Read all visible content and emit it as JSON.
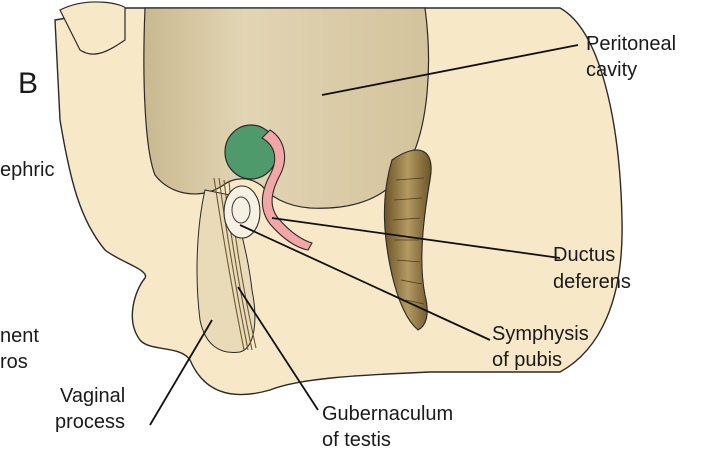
{
  "figure": {
    "panel_letter": "B",
    "labels": {
      "peritoneal_cavity": [
        "Peritoneal",
        "cavity"
      ],
      "ductus_deferens": [
        "Ductus",
        "deferens"
      ],
      "symphysis_of_pubis": [
        "Symphysis",
        "of pubis"
      ],
      "gubernaculum_of_testis": [
        "Gubernaculum",
        "of testis"
      ],
      "vaginal_process": [
        "Vaginal",
        "process"
      ],
      "cropped_left": [
        "ephric",
        "nent",
        "ros"
      ]
    }
  },
  "colors": {
    "body_tissue": "#f7e8c8",
    "peritoneal_cavity": "#d9cba8",
    "testis": "#4f9a6a",
    "ductus": "#f2a6a6",
    "rectum": "#8a6f3c",
    "outline": "#222222"
  }
}
